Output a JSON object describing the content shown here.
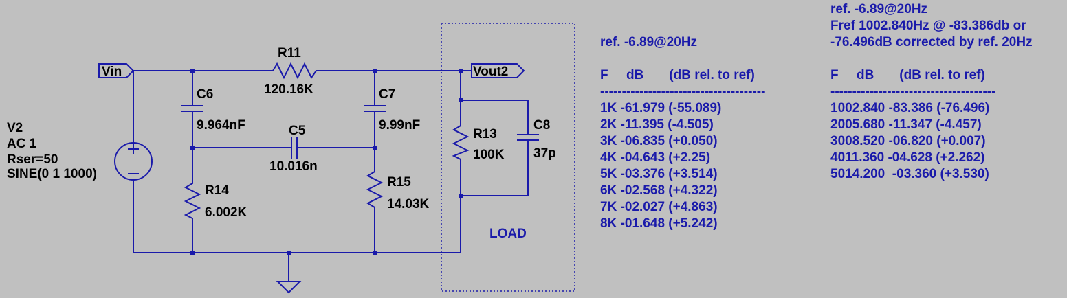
{
  "nets": {
    "vin": "Vin",
    "vout": "Vout2"
  },
  "source": {
    "name": "V2",
    "line1": "AC 1",
    "line2": "Rser=50",
    "line3": "SINE(0 1 1000)"
  },
  "components": {
    "r11": {
      "name": "R11",
      "value": "120.16K"
    },
    "c6": {
      "name": "C6",
      "value": "9.964nF"
    },
    "c7": {
      "name": "C7",
      "value": "9.99nF"
    },
    "c5": {
      "name": "C5",
      "value": "10.016n"
    },
    "r14": {
      "name": "R14",
      "value": "6.002K"
    },
    "r15": {
      "name": "R15",
      "value": "14.03K"
    },
    "r13": {
      "name": "R13",
      "value": "100K"
    },
    "c8": {
      "name": "C8",
      "value": "37p"
    }
  },
  "load_label": "LOAD",
  "left_table": {
    "ref": "ref. -6.89@20Hz",
    "header": "F     dB       (dB rel. to ref)",
    "rule": "--------------------------------------",
    "rows": [
      "1K -61.979 (-55.089)",
      "2K -11.395 (-4.505)",
      "3K -06.835 (+0.050)",
      "4K -04.643 (+2.25)",
      "5K -03.376 (+3.514)",
      "6K -02.568 (+4.322)",
      "7K -02.027 (+4.863)",
      "8K -01.648 (+5.242)"
    ]
  },
  "right_table": {
    "ref_lines": [
      "ref. -6.89@20Hz",
      "Fref 1002.840Hz @ -83.386db or",
      "-76.496dB corrected by ref. 20Hz"
    ],
    "header": "F     dB       (dB rel. to ref)",
    "rule": "--------------------------------------",
    "rows": [
      "1002.840 -83.386 (-76.496)",
      "2005.680 -11.347 (-4.457)",
      "3008.520 -06.820 (+0.007)",
      "4011.360 -04.628 (+2.262)",
      "5014.200  -03.360 (+3.530)"
    ]
  },
  "colors": {
    "wire": "#1a1aaa",
    "text": "#000000",
    "note": "#1a1aaa",
    "background": "#c0c0c0"
  }
}
